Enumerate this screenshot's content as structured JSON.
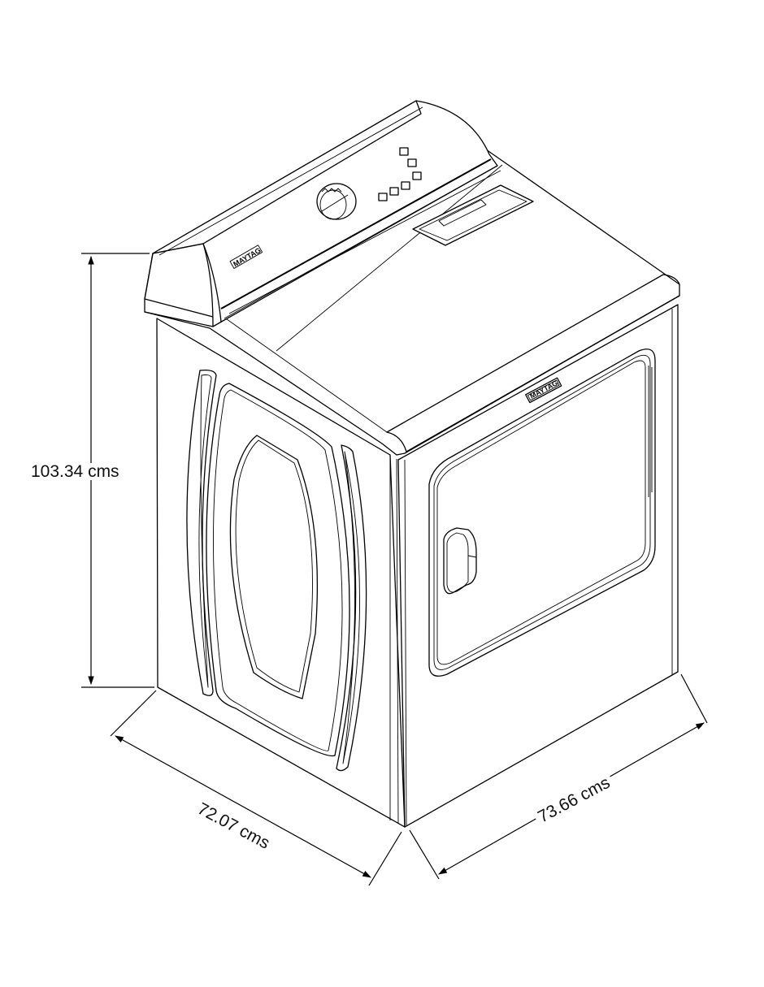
{
  "dimensions": {
    "height": "103.34 cms",
    "depth": "72.07 cms",
    "width": "73.66 cms"
  },
  "brand": "MAYTAG",
  "colors": {
    "line": "#000000",
    "background": "#ffffff"
  }
}
